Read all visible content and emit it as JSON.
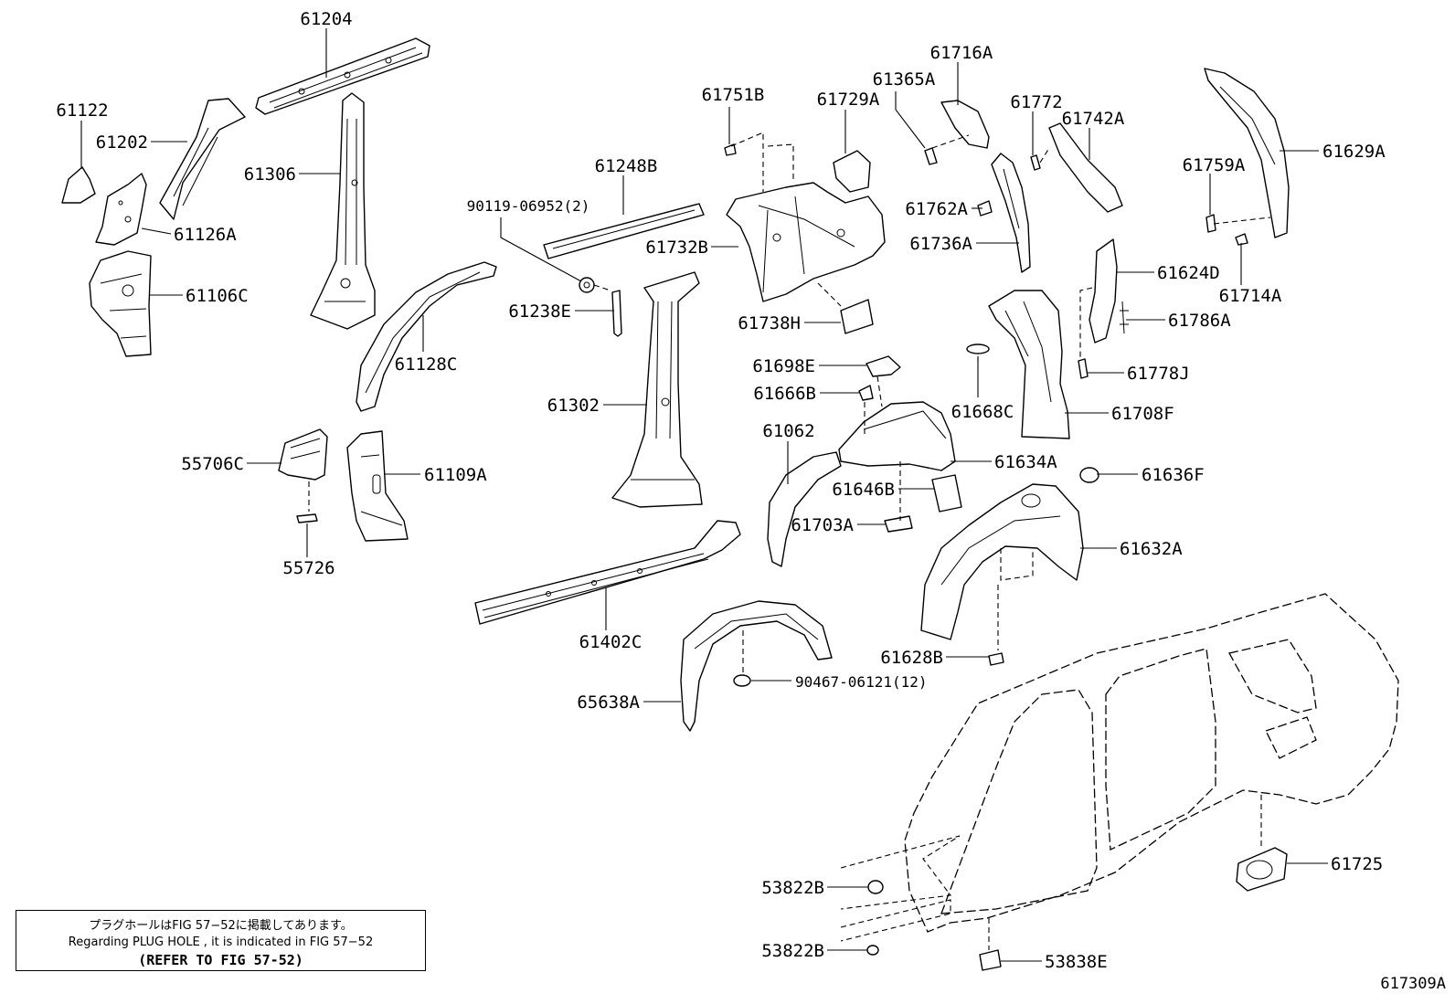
{
  "part_labels": {
    "p61204": "61204",
    "p61122": "61122",
    "p61202": "61202",
    "p61306": "61306",
    "p61126A": "61126A",
    "p61106C": "61106C",
    "p61128C": "61128C",
    "p61751B": "61751B",
    "p61729A": "61729A",
    "p61365A": "61365A",
    "p61716A": "61716A",
    "p61772": "61772",
    "p61742A": "61742A",
    "p61629A": "61629A",
    "p61248B": "61248B",
    "p9011906952": "90119-06952(2)",
    "p61732B": "61732B",
    "p61762A": "61762A",
    "p61736A": "61736A",
    "p61759A": "61759A",
    "p61238E": "61238E",
    "p61738H": "61738H",
    "p61624D": "61624D",
    "p61714A": "61714A",
    "p61786A": "61786A",
    "p61698E": "61698E",
    "p61778J": "61778J",
    "p61666B": "61666B",
    "p61302": "61302",
    "p61668C": "61668C",
    "p61708F": "61708F",
    "p61062": "61062",
    "p55706C": "55706C",
    "p61109A": "61109A",
    "p61634A": "61634A",
    "p61636F": "61636F",
    "p61646B": "61646B",
    "p61703A": "61703A",
    "p55726": "55726",
    "p61632A": "61632A",
    "p61402C": "61402C",
    "p61628B": "61628B",
    "p9046706121": "90467-06121(12)",
    "p65638A": "65638A",
    "p61725": "61725",
    "p53822B_1": "53822B",
    "p53822B_2": "53822B",
    "p53838E": "53838E"
  },
  "note": {
    "line1": "プラグホールはFIG 57−52に掲載してあります。",
    "line2": "Regarding PLUG HOLE , it is indicated in FIG 57−52",
    "line3": "(REFER TO FIG 57-52)"
  },
  "figure_code": "617309A"
}
